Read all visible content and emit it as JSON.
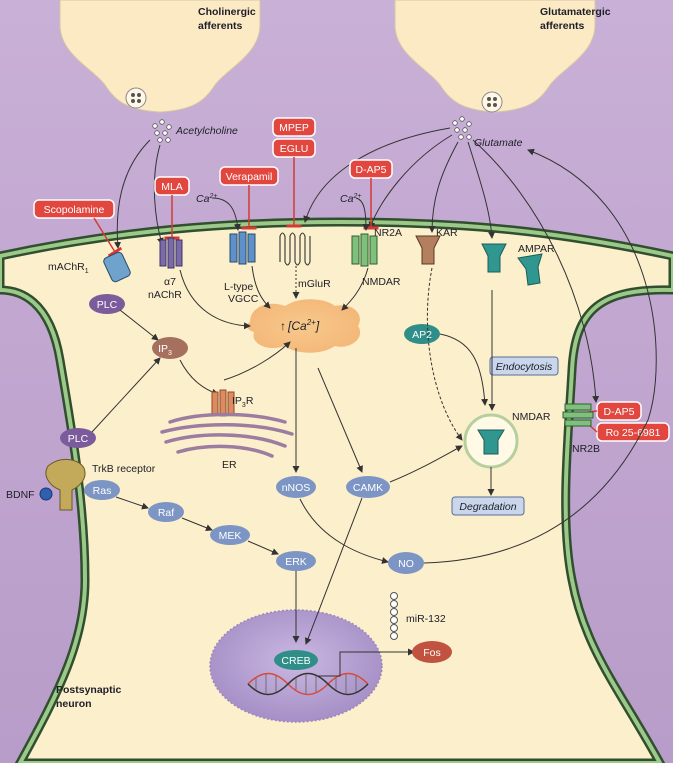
{
  "afferents": {
    "cholinergic": [
      "Cholinergic",
      "afferents"
    ],
    "glutamatergic": [
      "Glutamatergic",
      "afferents"
    ]
  },
  "transmitters": {
    "acetylcholine": "Acetylcholine",
    "glutamate": "Glutamate"
  },
  "drugs": {
    "scopolamine": "Scopolamine",
    "mla": "MLA",
    "verapamil": "Verapamil",
    "mpep": "MPEP",
    "eglu": "EGLU",
    "dap5_top": "D-AP5",
    "dap5_right": "D-AP5",
    "ro": "Ro 25-6981"
  },
  "receptors": {
    "machr": "mAChR",
    "machr_sub": "1",
    "a7": "α7",
    "nachr": "nAChR",
    "ltype": "L-type",
    "vgcc": "VGCC",
    "mglur": "mGluR",
    "nmdar_top": "NMDAR",
    "nr2a": "NR2A",
    "kar": "KAR",
    "ampar": "AMPAR",
    "nmdar_right": "NMDAR",
    "nr2b": "NR2B",
    "ca_left": "Ca",
    "ca_right": "Ca",
    "ca_sup": "2+"
  },
  "signaling": {
    "calcium_arrow": "↑",
    "calcium": "[Ca",
    "calcium_sup": "2+",
    "calcium_close": "]",
    "plc_top": "PLC",
    "ip3": "IP",
    "ip3_sub": "3",
    "ip3r": "IP",
    "ip3r_sub": "3",
    "ip3r_r": "R",
    "er": "ER",
    "ap2": "AP2",
    "endocytosis": "Endocytosis",
    "degradation": "Degradation",
    "plc_bottom": "PLC",
    "trkb": "TrkB receptor",
    "bdnf": "BDNF",
    "ras": "Ras",
    "raf": "Raf",
    "mek": "MEK",
    "erk": "ERK",
    "nnos": "nNOS",
    "camk": "CAMK",
    "no": "NO",
    "mir": "miR-132",
    "creb": "CREB",
    "fos": "Fos"
  },
  "neuron": [
    "Postsynaptic",
    "neuron"
  ],
  "colors": {
    "background": "#c4a8d2",
    "cytoplasm": "#fcefcb",
    "membrane": "#2f4f2f",
    "drug_red": "#e1473e",
    "node_blue": "#7c95c4",
    "node_purple": "#7b5b9c",
    "node_brown": "#a6705f",
    "node_teal": "#2f9690",
    "nucleus": "#b39fd1"
  }
}
